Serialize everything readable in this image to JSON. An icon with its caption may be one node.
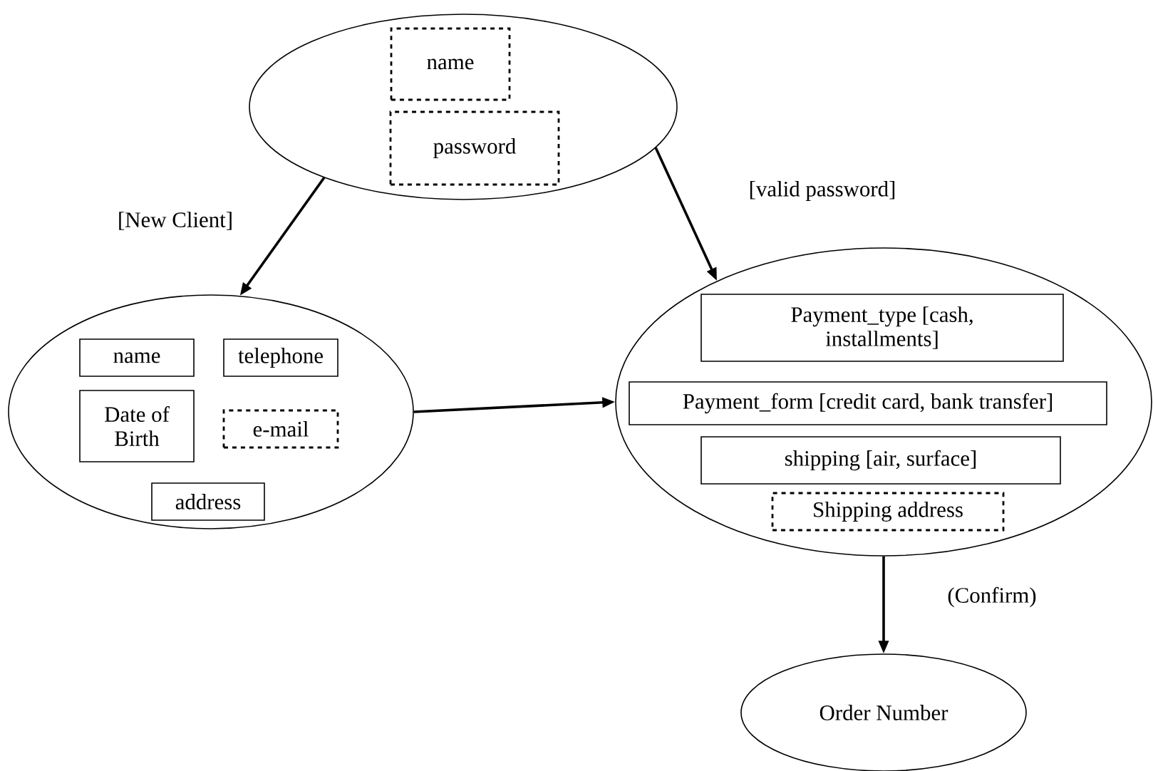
{
  "diagram": {
    "nodes": [
      {
        "text": [],
        "shape": "ellipse"
      },
      {
        "text": [
          "name"
        ],
        "in": 0
      },
      {
        "text": [
          "password"
        ],
        "in": 0
      },
      {
        "text": [],
        "shape": "ellipse"
      },
      {
        "text": [
          "name"
        ],
        "in": 3
      },
      {
        "text": [
          "telephone"
        ],
        "in": 3
      },
      {
        "text": [
          "Date of Birth"
        ],
        "in": 3
      },
      {
        "text": [
          "e-mail"
        ],
        "in": 3
      },
      {
        "text": [
          "address"
        ],
        "in": 3
      },
      {
        "text": [],
        "shape": "ellipse"
      },
      {
        "text": [
          "Payment_type [cash, installments]"
        ],
        "in": 9
      },
      {
        "text": [
          "Payment_form [credit card, bank transfer]"
        ],
        "in": 9
      },
      {
        "text": [
          "shipping [air, surface]"
        ],
        "in": 9
      },
      {
        "text": [
          "Shipping address"
        ],
        "in": 9
      },
      {
        "text": [
          "Order Number"
        ]
      }
    ],
    "edges": [
      {
        "from": 0,
        "to": 3,
        "arrow": "to",
        "label": "[New Client]"
      },
      {
        "from": 0,
        "to": 9,
        "arrow": "to",
        "label": "[valid password]"
      },
      {
        "from": 3,
        "to": 9,
        "arrow": "to"
      },
      {
        "from": 9,
        "to": 14,
        "arrow": "to",
        "label": "(Confirm)"
      }
    ]
  }
}
